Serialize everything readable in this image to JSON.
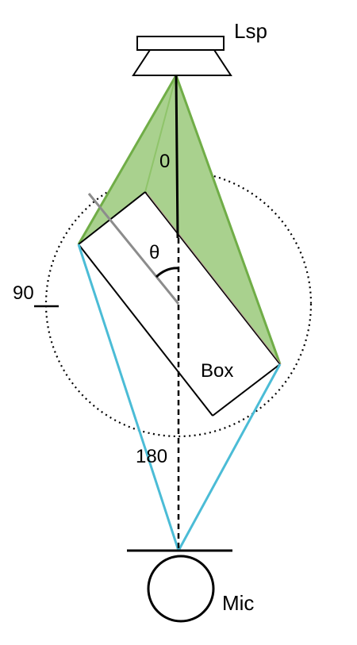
{
  "labels": {
    "loudspeaker": "Lsp",
    "microphone": "Mic",
    "box": "Box",
    "angle_symbol": "θ",
    "angle_0": "0",
    "angle_90": "90",
    "angle_180": "180"
  },
  "colors": {
    "beam_fill": "#a9d18e",
    "beam_stroke": "#70ad47",
    "mic_path": "#4bbcd6",
    "outline": "#000000",
    "box_axis": "#8c8c8c",
    "box_edge_highlight": "#c9a0a0"
  }
}
